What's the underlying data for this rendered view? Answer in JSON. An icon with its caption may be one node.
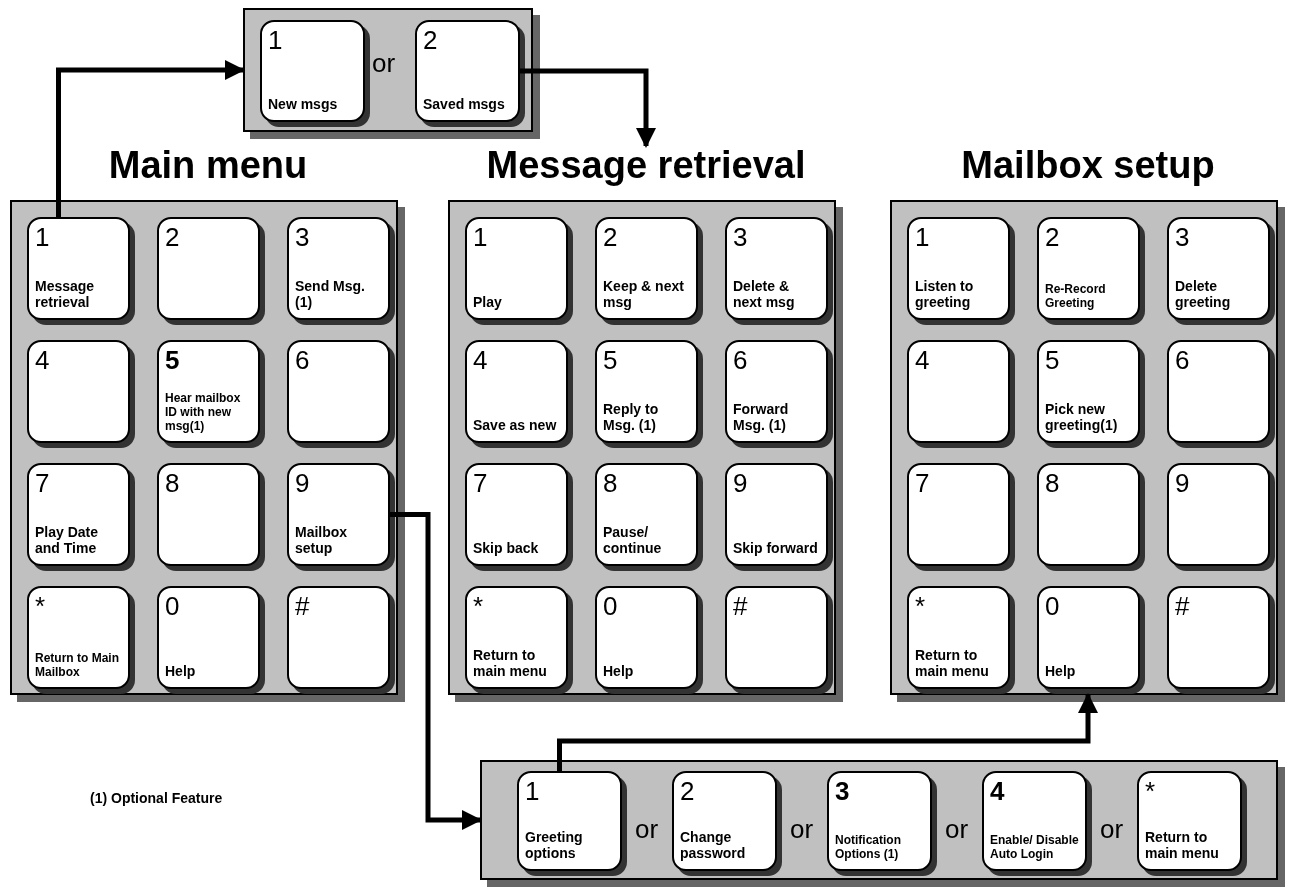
{
  "diagram": {
    "nodes": [
      {
        "text": [],
        "shape": "box"
      },
      {
        "text": [
          "1",
          "New msgs"
        ],
        "in": 0
      },
      {
        "text": [
          "2",
          "Saved msgs"
        ],
        "in": 0
      },
      {
        "text": [
          "Main menu"
        ]
      },
      {
        "text": [
          "1",
          "Message retrieval"
        ],
        "in": 3
      },
      {
        "text": [
          "2"
        ],
        "in": 3
      },
      {
        "text": [
          "3",
          "Send Msg. (1)"
        ],
        "in": 3
      },
      {
        "text": [
          "4"
        ],
        "in": 3
      },
      {
        "text": [
          "5",
          "Hear mailbox ID with new msg(1)"
        ],
        "in": 3
      },
      {
        "text": [
          "6"
        ],
        "in": 3
      },
      {
        "text": [
          "7",
          "Play Date and Time"
        ],
        "in": 3
      },
      {
        "text": [
          "8"
        ],
        "in": 3
      },
      {
        "text": [
          "9",
          "Mailbox setup"
        ],
        "in": 3
      },
      {
        "text": [
          "*",
          "Return to Main Mailbox"
        ],
        "in": 3
      },
      {
        "text": [
          "0",
          "Help"
        ],
        "in": 3
      },
      {
        "text": [
          "#"
        ],
        "in": 3
      },
      {
        "text": [
          "Message retrieval"
        ]
      },
      {
        "text": [
          "1",
          "Play"
        ],
        "in": 16
      },
      {
        "text": [
          "2",
          "Keep & next msg"
        ],
        "in": 16
      },
      {
        "text": [
          "3",
          "Delete & next msg"
        ],
        "in": 16
      },
      {
        "text": [
          "4",
          "Save as new"
        ],
        "in": 16
      },
      {
        "text": [
          "5",
          "Reply to Msg. (1)"
        ],
        "in": 16
      },
      {
        "text": [
          "6",
          "Forward Msg. (1)"
        ],
        "in": 16
      },
      {
        "text": [
          "7",
          "Skip back"
        ],
        "in": 16
      },
      {
        "text": [
          "8",
          "Pause/ continue"
        ],
        "in": 16
      },
      {
        "text": [
          "9",
          "Skip forward"
        ],
        "in": 16
      },
      {
        "text": [
          "*",
          "Return to main menu"
        ],
        "in": 16
      },
      {
        "text": [
          "0",
          "Help"
        ],
        "in": 16
      },
      {
        "text": [
          "#"
        ],
        "in": 16
      },
      {
        "text": [
          "Mailbox setup"
        ]
      },
      {
        "text": [
          "1",
          "Listen to greeting"
        ],
        "in": 29
      },
      {
        "text": [
          "2",
          "Re-Record Greeting"
        ],
        "in": 29
      },
      {
        "text": [
          "3",
          "Delete greeting"
        ],
        "in": 29
      },
      {
        "text": [
          "4"
        ],
        "in": 29
      },
      {
        "text": [
          "5",
          "Pick new greeting(1)"
        ],
        "in": 29
      },
      {
        "text": [
          "6"
        ],
        "in": 29
      },
      {
        "text": [
          "7"
        ],
        "in": 29
      },
      {
        "text": [
          "8"
        ],
        "in": 29
      },
      {
        "text": [
          "9"
        ],
        "in": 29
      },
      {
        "text": [
          "*",
          "Return to main menu"
        ],
        "in": 29
      },
      {
        "text": [
          "0",
          "Help"
        ],
        "in": 29
      },
      {
        "text": [
          "#"
        ],
        "in": 29
      },
      {
        "text": [],
        "shape": "box"
      },
      {
        "text": [
          "1",
          "Greeting options"
        ],
        "in": 42
      },
      {
        "text": [
          "2",
          "Change password"
        ],
        "in": 42
      },
      {
        "text": [
          "3",
          "Notification Options (1)"
        ],
        "in": 42
      },
      {
        "text": [
          "4",
          "Enable/ Disable Auto Login"
        ],
        "in": 42
      },
      {
        "text": [
          "*",
          "Return to main menu"
        ],
        "in": 42
      }
    ],
    "edges": [
      {
        "from": 4,
        "to": 0,
        "arrow": "to"
      },
      {
        "from": 2,
        "to": 16,
        "arrow": "to"
      },
      {
        "from": 12,
        "to": 42,
        "arrow": "to"
      },
      {
        "from": 43,
        "to": 29,
        "arrow": "to"
      }
    ],
    "labels": [
      "or",
      "(1) Optional Feature",
      "or",
      "or",
      "or",
      "or"
    ]
  }
}
